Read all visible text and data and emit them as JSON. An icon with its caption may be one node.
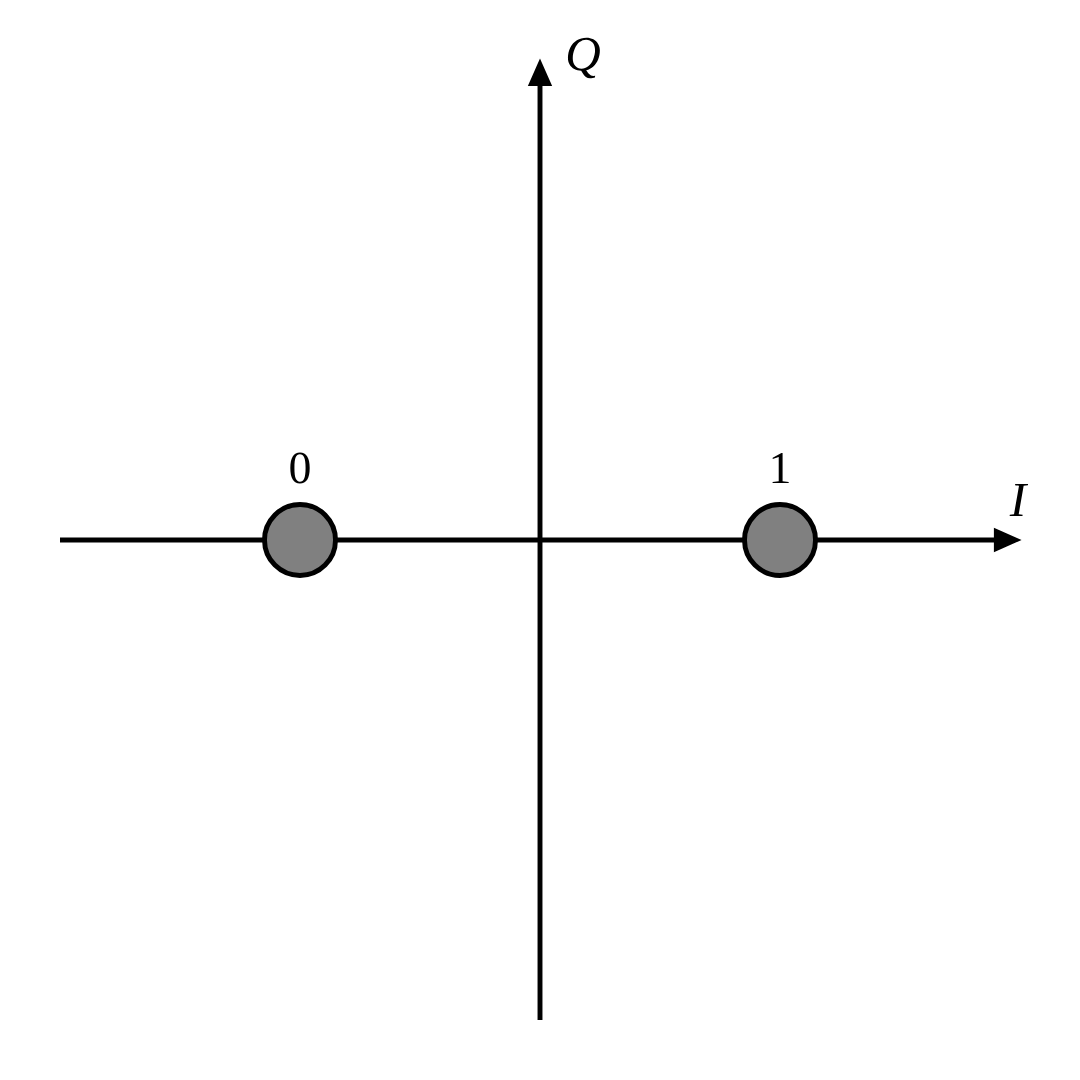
{
  "diagram": {
    "nodes": [
      {
        "text": [],
        "shape": "circle",
        "beside": [
          "0"
        ]
      },
      {
        "text": [],
        "shape": "circle",
        "beside": [
          "1"
        ]
      }
    ],
    "labels": [
      "Q",
      "I"
    ]
  }
}
